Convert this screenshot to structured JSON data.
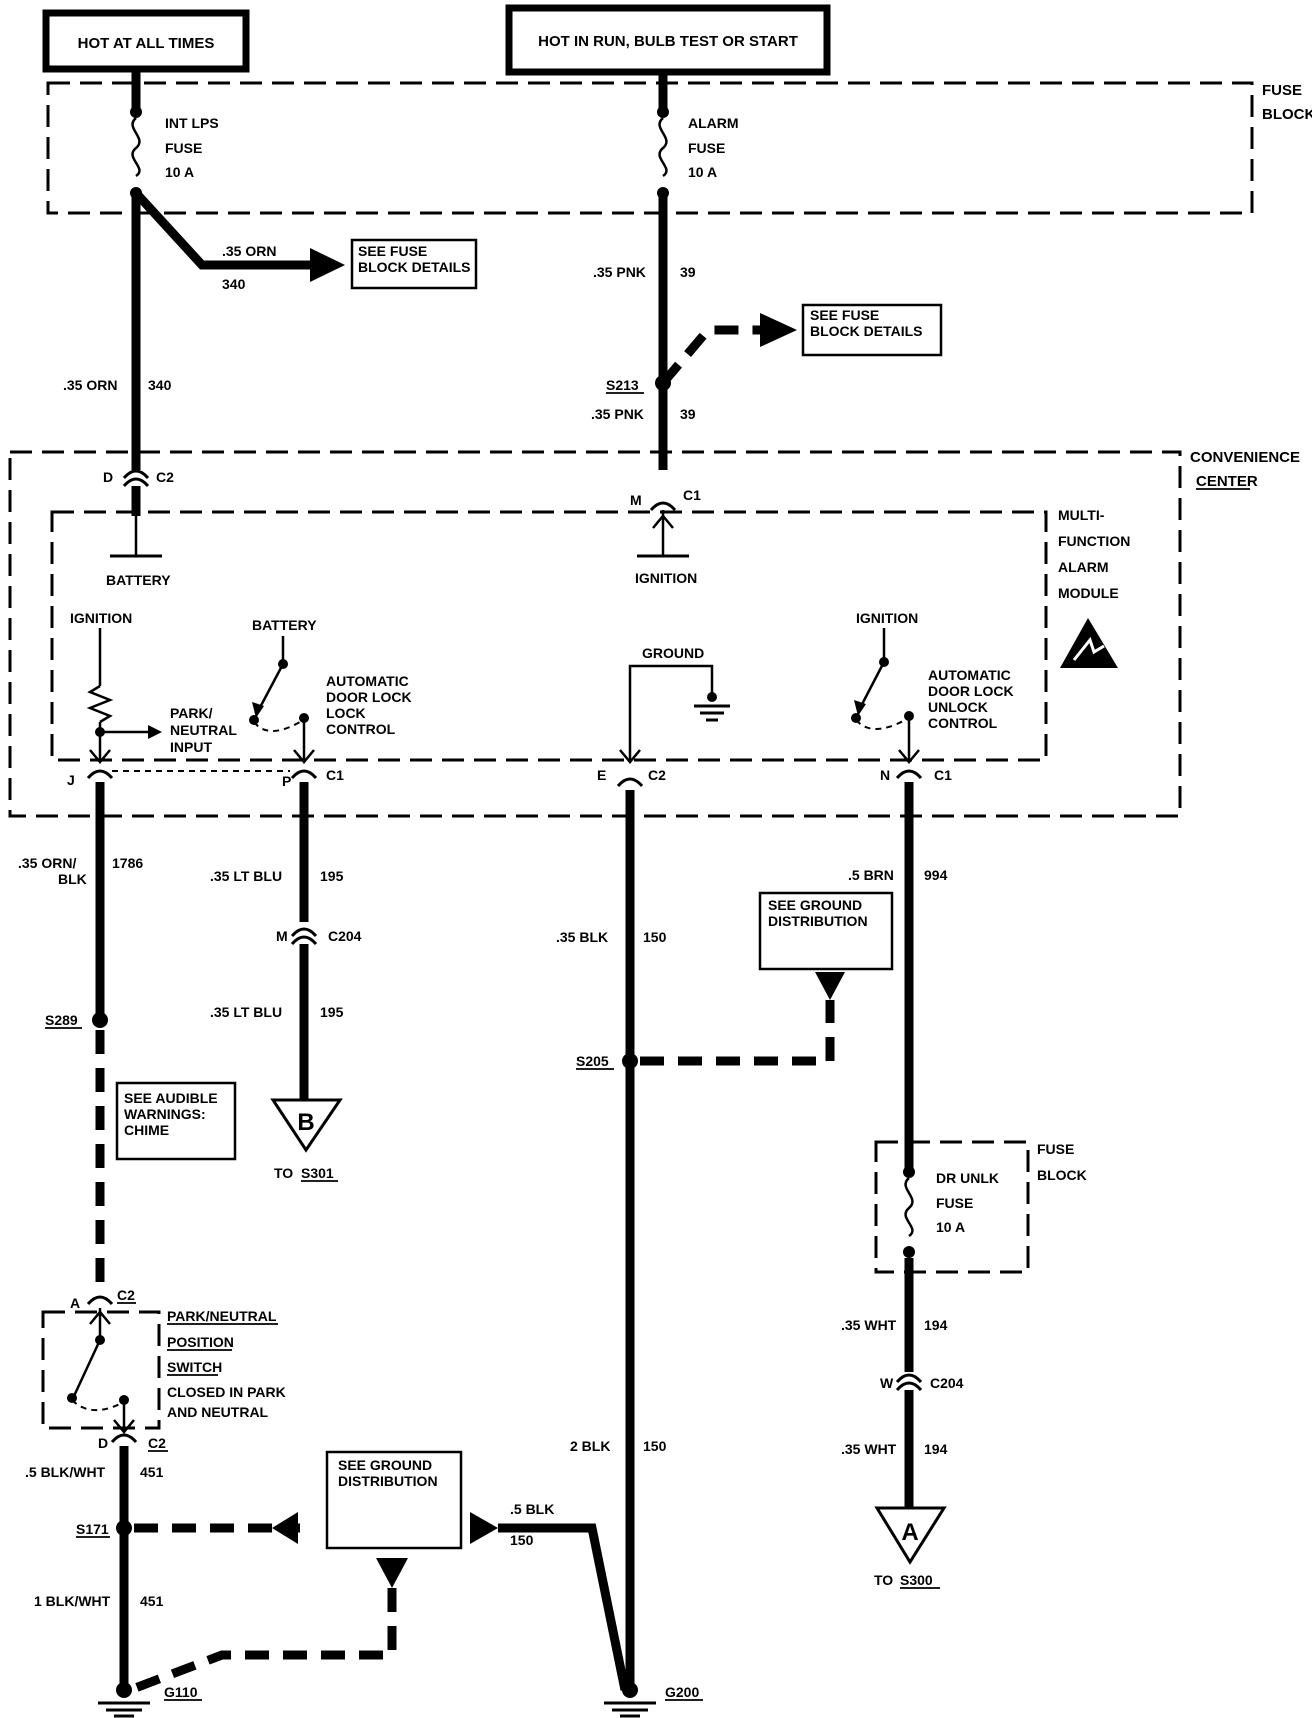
{
  "headers": {
    "hot_all_times": "HOT AT ALL TIMES",
    "hot_run": "HOT IN RUN, BULB TEST OR START"
  },
  "fuse_block": {
    "label1": "FUSE",
    "label2": "BLOCK",
    "int_lps": [
      "INT LPS",
      "FUSE",
      "10 A"
    ],
    "alarm": [
      "ALARM",
      "FUSE",
      "10 A"
    ]
  },
  "wires": {
    "w340_a": ".35 ORN",
    "w340_a_num": "340",
    "w340_b_num": "340",
    "w340_b": ".35 ORN",
    "w39_a": ".35 PNK",
    "w39_a_num": "39",
    "w39_b": ".35 PNK",
    "w39_b_num": "39",
    "w1786_a": ".35 ORN/",
    "w1786_b": "BLK",
    "w1786_num": "1786",
    "w195_a": ".35 LT BLU",
    "w195_a_num": "195",
    "w195_b": ".35 LT BLU",
    "w195_b_num": "195",
    "w150_a": ".35 BLK",
    "w150_a_num": "150",
    "w150_b": "2 BLK",
    "w150_b_num": "150",
    "w150_c": ".5 BLK",
    "w150_c_num": "150",
    "w994": ".5 BRN",
    "w994_num": "994",
    "w194_a": ".35 WHT",
    "w194_a_num": "194",
    "w194_b": ".35 WHT",
    "w194_b_num": "194",
    "w451_a": ".5 BLK/WHT",
    "w451_a_num": "451",
    "w451_b": "1 BLK/WHT",
    "w451_b_num": "451"
  },
  "refs": {
    "see_fuse_1": [
      "SEE FUSE",
      "BLOCK DETAILS"
    ],
    "see_fuse_2": [
      "SEE FUSE",
      "BLOCK DETAILS"
    ],
    "see_ground_1": [
      "SEE GROUND",
      "DISTRIBUTION"
    ],
    "see_ground_2": [
      "SEE GROUND",
      "DISTRIBUTION"
    ],
    "see_audible": [
      "SEE AUDIBLE",
      "WARNINGS:",
      "CHIME"
    ]
  },
  "splices": {
    "s213": "S213",
    "s289": "S289",
    "s205": "S205",
    "s171": "S171"
  },
  "connectors": {
    "d": "D",
    "c2_d": "C2",
    "m": "M",
    "c1_m": "C1",
    "j": "J",
    "p": "P",
    "c1_p": "C1",
    "e": "E",
    "c2_e": "C2",
    "n": "N",
    "c1_n": "C1",
    "m204": "M",
    "c204_m": "C204",
    "a": "A",
    "c2_a": "C2",
    "d2": "D",
    "c2_d2": "C2",
    "w": "W",
    "c204_w": "C204"
  },
  "convenience_center": [
    "CONVENIENCE",
    "CENTER"
  ],
  "module": {
    "name": [
      "MULTI-",
      "FUNCTION",
      "ALARM",
      "MODULE"
    ],
    "battery": "BATTERY",
    "ignition": "IGNITION",
    "ignition_j": "IGNITION",
    "park_neutral": [
      "PARK/",
      "NEUTRAL",
      "INPUT"
    ],
    "battery_p": "BATTERY",
    "auto_lock": [
      "AUTOMATIC",
      "DOOR LOCK",
      "LOCK",
      "CONTROL"
    ],
    "ground": "GROUND",
    "ignition_n": "IGNITION",
    "auto_unlock": [
      "AUTOMATIC",
      "DOOR LOCK",
      "UNLOCK",
      "CONTROL"
    ]
  },
  "fuse_block_2": {
    "label1": "FUSE",
    "label2": "BLOCK",
    "dr_unlk": [
      "DR UNLK",
      "FUSE",
      "10 A"
    ]
  },
  "pn_switch": [
    "PARK/NEUTRAL",
    "POSITION",
    "SWITCH",
    "CLOSED IN PARK",
    "AND NEUTRAL"
  ],
  "terminals": {
    "b_letter": "B",
    "b_to": "TO",
    "b_dest": "S301",
    "a_letter": "A",
    "a_to": "TO",
    "a_dest": "S300"
  },
  "grounds": {
    "g110": "G110",
    "g200": "G200"
  }
}
